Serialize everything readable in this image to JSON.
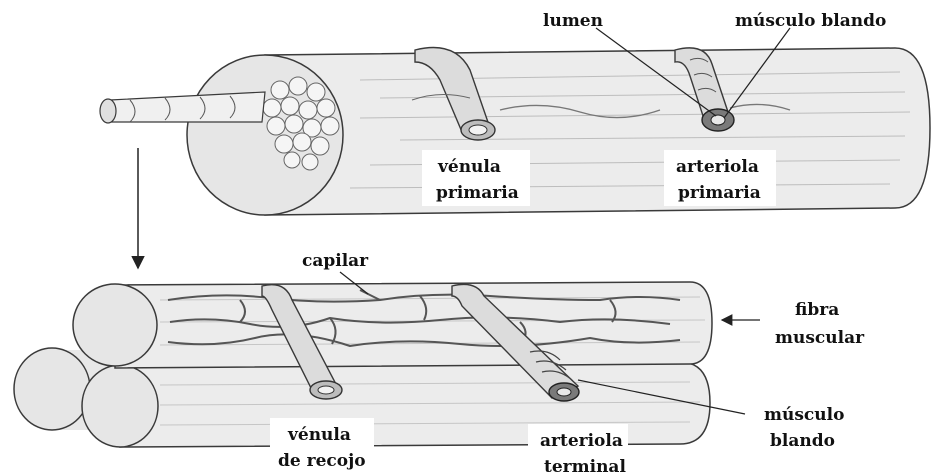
{
  "labels": {
    "lumen": "lumen",
    "musculo_blando_top": "músculo blando",
    "venula_primaria_1": "vénula",
    "venula_primaria_2": "primaria",
    "arteriola_primaria_1": "arteriola",
    "arteriola_primaria_2": "primaria",
    "capilar": "capilar",
    "fibra_muscular_1": "fibra",
    "fibra_muscular_2": "muscular",
    "musculo_blando_bottom_1": "músculo",
    "musculo_blando_bottom_2": "blando",
    "venula_recojo_1": "vénula",
    "venula_recojo_2": "de recojo",
    "arteriola_terminal_1": "arteriola",
    "arteriola_terminal_2": "terminal"
  },
  "colors": {
    "fill": "#ececec",
    "shade": "#d6d6d6",
    "line": "#3a3a3a",
    "vessel": "#5a5a5a"
  }
}
